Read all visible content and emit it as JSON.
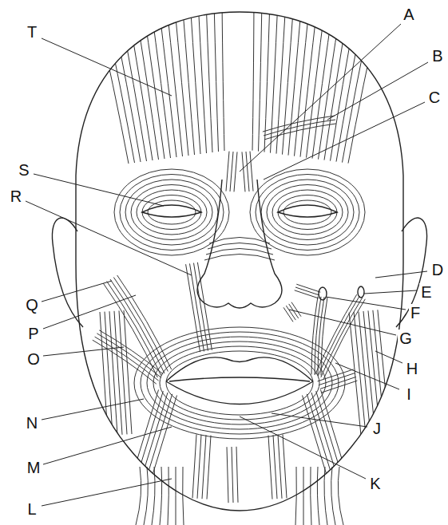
{
  "diagram": {
    "labels": [
      "A",
      "B",
      "C",
      "D",
      "E",
      "F",
      "G",
      "H",
      "I",
      "J",
      "K",
      "L",
      "M",
      "N",
      "O",
      "P",
      "Q",
      "R",
      "S",
      "T"
    ]
  }
}
